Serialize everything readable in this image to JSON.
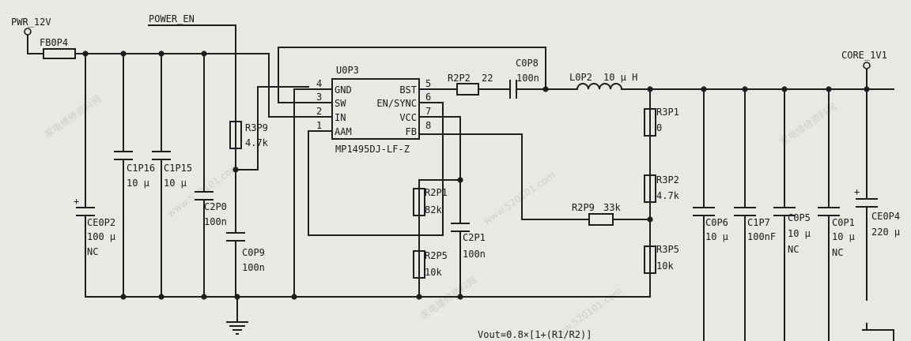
{
  "nets": {
    "pwr": "PWR_12V",
    "power_en": "POWER_EN",
    "core": "CORE_1V1"
  },
  "ic": {
    "ref": "U0P3",
    "part": "MP1495DJ-LF-Z",
    "pins_left": [
      {
        "num": "4",
        "name": "GND"
      },
      {
        "num": "3",
        "name": "SW"
      },
      {
        "num": "2",
        "name": "IN"
      },
      {
        "num": "1",
        "name": "AAM"
      }
    ],
    "pins_right": [
      {
        "num": "5",
        "name": "BST"
      },
      {
        "num": "6",
        "name": "EN/SYNC"
      },
      {
        "num": "7",
        "name": "VCC"
      },
      {
        "num": "8",
        "name": "FB"
      }
    ]
  },
  "components": {
    "fb0p4": {
      "ref": "FB0P4"
    },
    "ce0p2": {
      "ref": "CE0P2",
      "value": "100 µ",
      "note": "NC"
    },
    "c1p16": {
      "ref": "C1P16",
      "value": "10 µ"
    },
    "c1p15": {
      "ref": "C1P15",
      "value": "10 µ"
    },
    "c2p0": {
      "ref": "C2P0",
      "value": "100n"
    },
    "r3p9": {
      "ref": "R3P9",
      "value": "4.7k"
    },
    "c0p9": {
      "ref": "C0P9",
      "value": "100n"
    },
    "r2p1": {
      "ref": "R2P1",
      "value": "82k"
    },
    "r2p5": {
      "ref": "R2P5",
      "value": "10k"
    },
    "c2p1": {
      "ref": "C2P1",
      "value": "100n"
    },
    "r2p2": {
      "ref": "R2P2",
      "value": "22"
    },
    "c0p8": {
      "ref": "C0P8",
      "value": "100n"
    },
    "l0p2": {
      "ref": "L0P2",
      "value": "10 µ H"
    },
    "r3p1": {
      "ref": "R3P1",
      "value": "0"
    },
    "r3p2": {
      "ref": "R3P2",
      "value": "4.7k"
    },
    "r3p5": {
      "ref": "R3P5",
      "value": "10k"
    },
    "r2p9": {
      "ref": "R2P9",
      "value": "33k"
    },
    "c0p6": {
      "ref": "C0P6",
      "value": "10 µ"
    },
    "c1p7": {
      "ref": "C1P7",
      "value": "100nF"
    },
    "c0p5": {
      "ref": "C0P5",
      "value": "10 µ",
      "note": "NC"
    },
    "c0p1": {
      "ref": "C0P1",
      "value": "10 µ",
      "note": "NC"
    },
    "ce0p4": {
      "ref": "CE0P4",
      "value": "220 µ"
    }
  },
  "formula": "Vout=0.8×[1+(R1/R2)]",
  "watermarks": [
    "家电维修资料网",
    "www.520101.com"
  ]
}
